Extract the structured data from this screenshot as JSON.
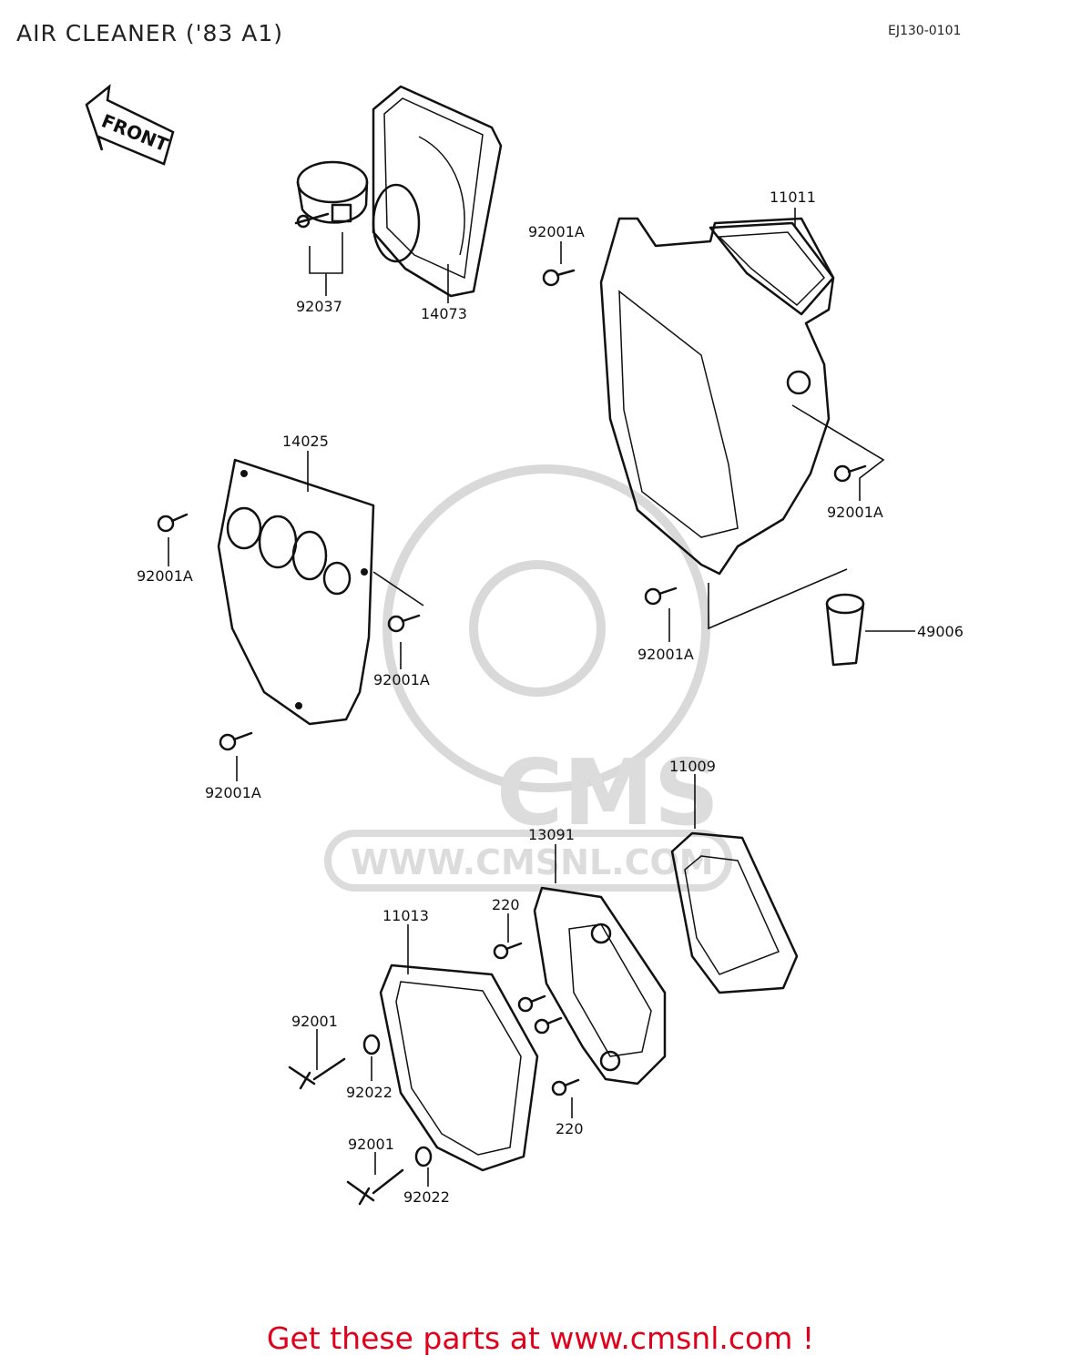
{
  "header": {
    "title": "AIR CLEANER ('83 A1)",
    "diagram_code": "EJ130-0101"
  },
  "front_arrow": {
    "label": "FRONT"
  },
  "watermark": {
    "brand": "CMS",
    "url": "WWW.CMSNL.COM"
  },
  "parts": {
    "p11011": "11011",
    "p92001a_top": "92001A",
    "p92037": "92037",
    "p14073": "14073",
    "p14025": "14025",
    "p92001a_left": "92001A",
    "p92001a_center": "92001A",
    "p92001a_right": "92001A",
    "p92001a_lower_mid": "92001A",
    "p49006": "49006",
    "p92001a_bottom": "92001A",
    "p11009": "11009",
    "p13091": "13091",
    "p220_top": "220",
    "p11013": "11013",
    "p92001_a": "92001",
    "p92022_a": "92022",
    "p220_bottom": "220",
    "p92001_b": "92001",
    "p92022_b": "92022"
  },
  "footer": {
    "text": "Get these parts at www.cmsnl.com !"
  }
}
